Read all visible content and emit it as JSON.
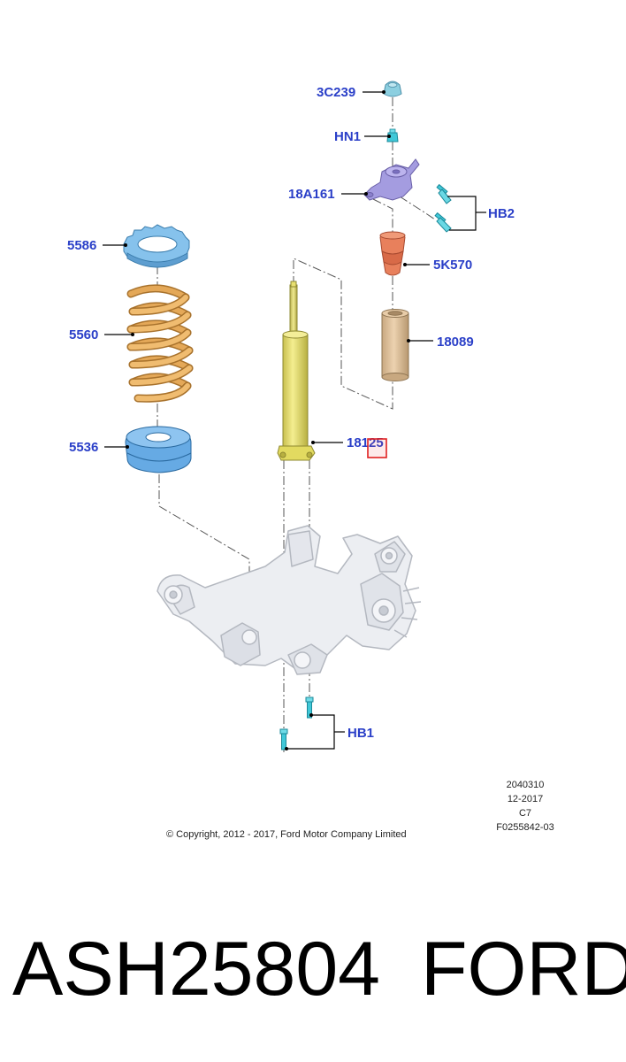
{
  "callouts": {
    "c3c239": "3C239",
    "hn1": "HN1",
    "c18a161": "18A161",
    "hb2": "HB2",
    "c5586": "5586",
    "c5k570": "5K570",
    "c5560": "5560",
    "c18089": "18089",
    "c5536": "5536",
    "c18125": "18125",
    "hb1": "HB1"
  },
  "meta": {
    "line1": "2040310",
    "line2": "12-2017",
    "line3": "C7",
    "line4": "F0255842-03"
  },
  "copyright": "© Copyright, 2012 - 2017, Ford Motor Company Limited",
  "banner": {
    "part_number": "ASH25804",
    "brand": "FORD"
  },
  "colors": {
    "callout_blue": "#2a3fc8",
    "spring_orange": "#d9a050",
    "seat_blue": "#6aaee0",
    "shock_yellow": "#e8e070",
    "bumper_red": "#e07050",
    "boot_tan": "#d8b890",
    "mount_purple": "#9a90d8",
    "bolt_cyan": "#40c8d8",
    "highlight_red": "#e02020"
  }
}
